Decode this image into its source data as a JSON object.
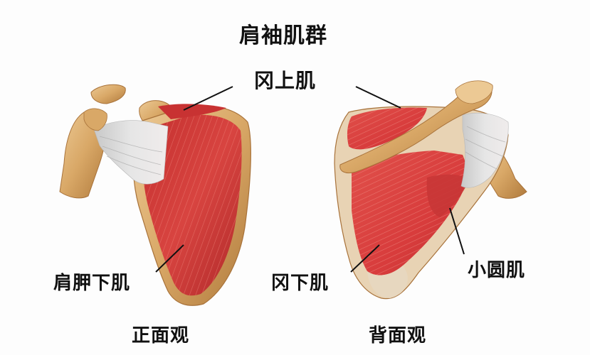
{
  "diagram": {
    "title": "肩袖肌群",
    "labels": {
      "supraspinatus": "冈上肌",
      "subscapularis": "肩胛下肌",
      "infraspinatus": "冈下肌",
      "teres_minor": "小圆肌"
    },
    "views": {
      "front": "正面观",
      "back": "背面观"
    },
    "colors": {
      "background": "#fdfdfd",
      "muscle": "#d23a3a",
      "muscle_light": "#e55a52",
      "muscle_dark": "#a8282a",
      "bone": "#d9a867",
      "bone_light": "#ecc994",
      "bone_dark": "#b07a3c",
      "tendon": "#dcdcdc",
      "label_text": "#111111",
      "leader_line": "#111111"
    }
  }
}
